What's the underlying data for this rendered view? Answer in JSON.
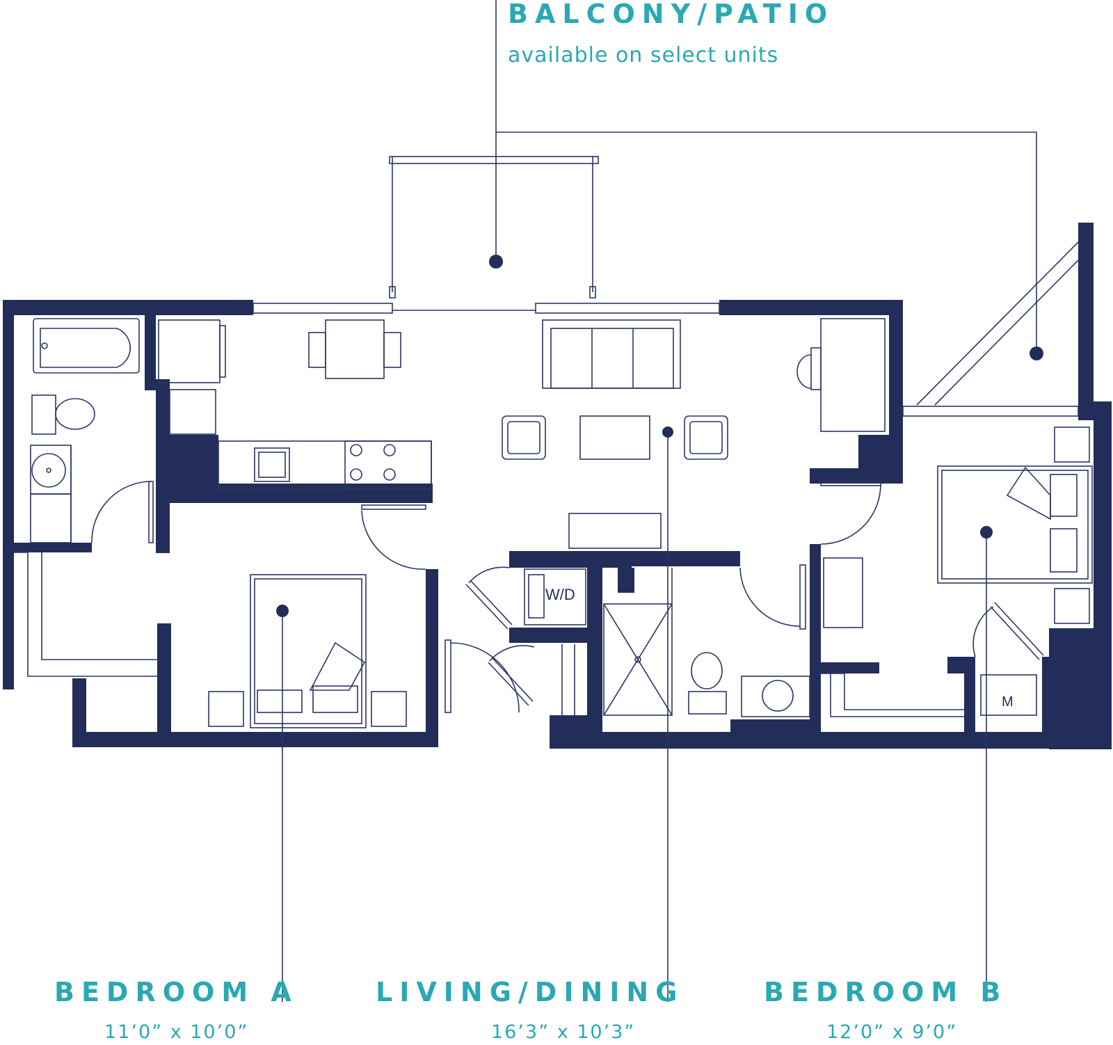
{
  "colors": {
    "wall": "#232d59",
    "line": "#2b3566",
    "accent": "#2aa8b4"
  },
  "balcony": {
    "title": "BALCONY/PATIO",
    "subtitle": "available on select units"
  },
  "rooms": [
    {
      "id": "bedroom-a",
      "name": "BEDROOM A",
      "dimensions": "11’0” x 10’0”"
    },
    {
      "id": "living-dining",
      "name": "LIVING/DINING",
      "dimensions": "16’3” x 10’3”"
    },
    {
      "id": "bedroom-b",
      "name": "BEDROOM B",
      "dimensions": "12’0” x 9’0”"
    }
  ],
  "fixtures": {
    "washer_dryer": "W/D",
    "mechanical": "M"
  }
}
